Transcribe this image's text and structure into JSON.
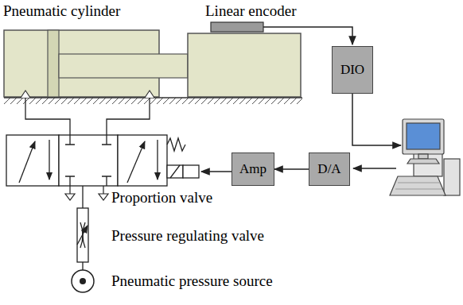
{
  "diagram": {
    "nodes": [
      {
        "text": [
          "DIO"
        ]
      },
      {
        "text": [
          "Amp"
        ]
      },
      {
        "text": [
          "D/A"
        ]
      }
    ],
    "edges": [
      {
        "from": 2,
        "to": 1,
        "arrow": "to"
      }
    ],
    "labels": [
      "Pneumatic cylinder",
      "Linear encoder",
      "Proportion valve",
      "Pressure regulating valve",
      "Pneumatic pressure source"
    ]
  }
}
